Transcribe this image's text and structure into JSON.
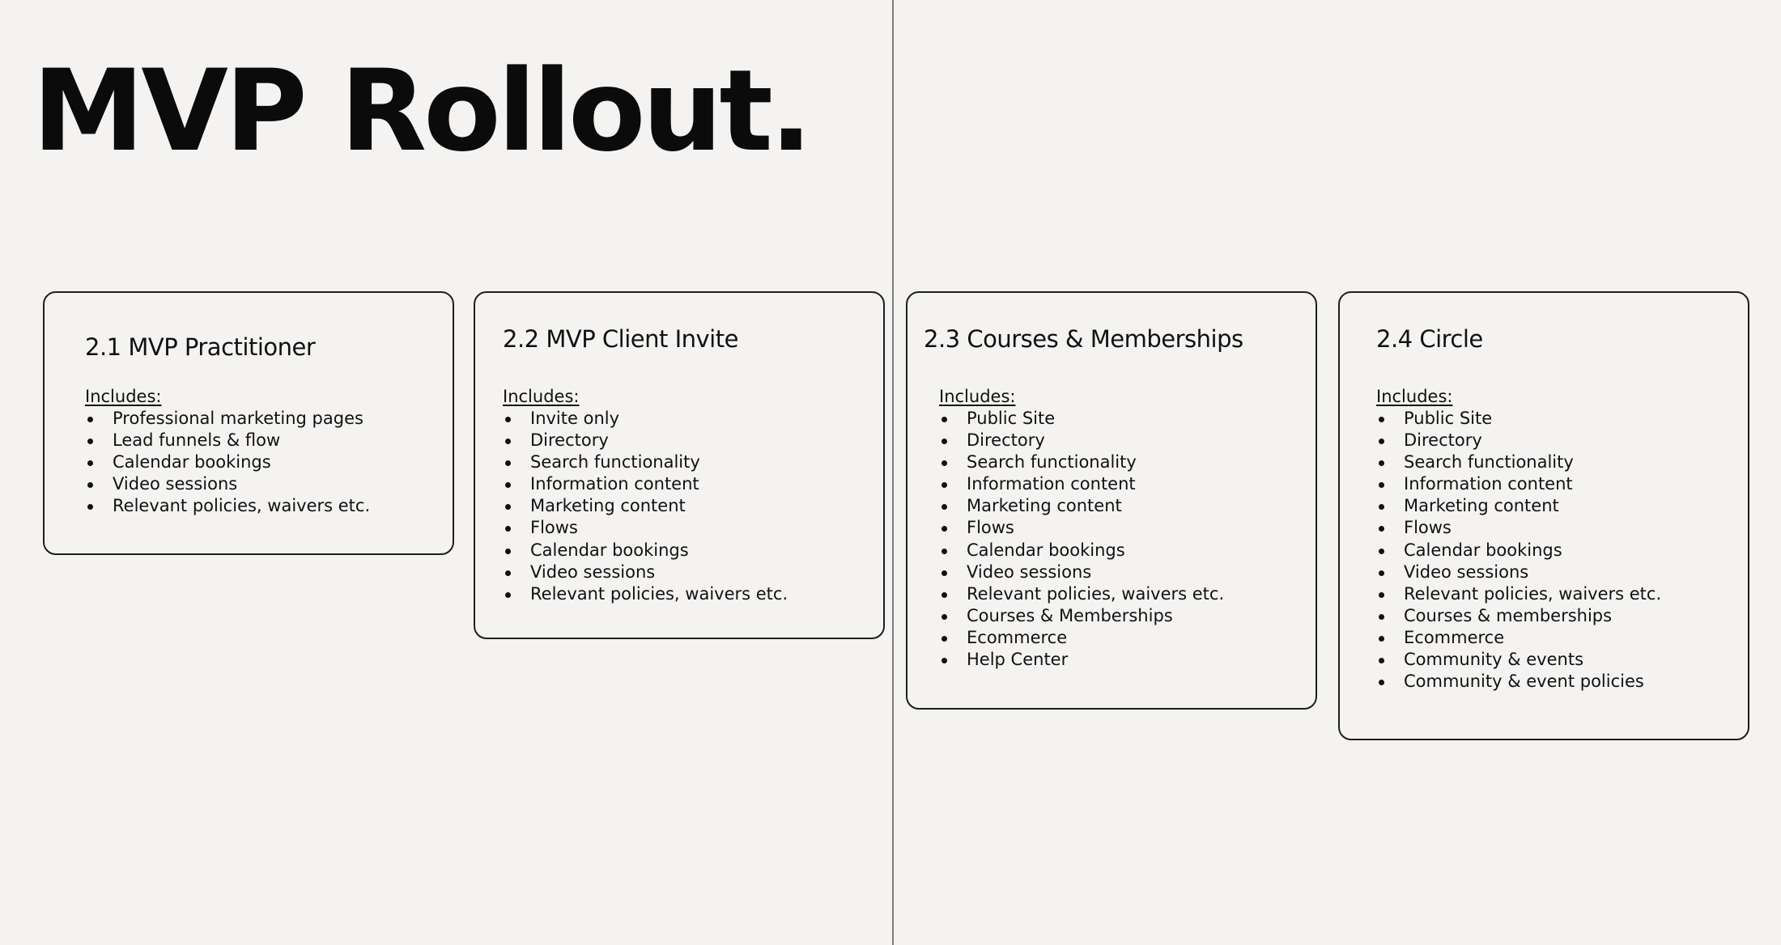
{
  "page": {
    "title": "MVP Rollout."
  },
  "cards": [
    {
      "heading": "2.1 MVP Practitioner",
      "includes_label": "Includes:",
      "items": [
        "Professional marketing pages",
        "Lead funnels & flow",
        "Calendar bookings",
        "Video sessions",
        "Relevant policies, waivers etc."
      ]
    },
    {
      "heading": "2.2 MVP Client Invite",
      "includes_label": "Includes:",
      "items": [
        "Invite only",
        "Directory",
        "Search functionality",
        "Information content",
        "Marketing content",
        "Flows",
        "Calendar bookings",
        "Video sessions",
        "Relevant policies, waivers etc."
      ]
    },
    {
      "heading": "2.3 Courses & Memberships",
      "includes_label": "Includes:",
      "items": [
        "Public Site",
        "Directory",
        "Search functionality",
        "Information content",
        "Marketing content",
        "Flows",
        "Calendar bookings",
        "Video sessions",
        "Relevant policies, waivers etc.",
        "Courses & Memberships",
        "Ecommerce",
        "Help Center"
      ]
    },
    {
      "heading": "2.4 Circle",
      "includes_label": "Includes:",
      "items": [
        "Public Site",
        "Directory",
        "Search functionality",
        "Information content",
        "Marketing content",
        "Flows",
        "Calendar bookings",
        "Video sessions",
        "Relevant policies, waivers etc.",
        "Courses & memberships",
        "Ecommerce",
        "Community & events",
        "Community & event policies"
      ]
    }
  ]
}
